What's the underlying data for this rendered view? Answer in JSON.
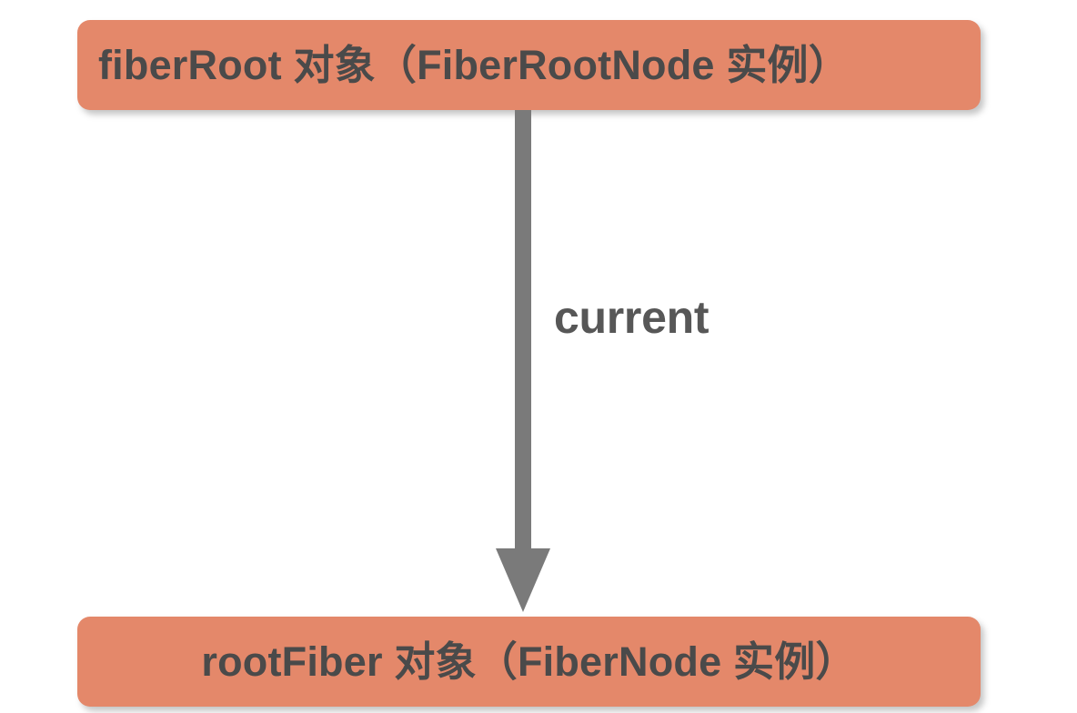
{
  "diagram": {
    "title": "React fiberRoot / rootFiber current pointer",
    "background_color": "#ffffff",
    "nodes": [
      {
        "id": "fiber-root",
        "label": "fiberRoot 对象（FiberRootNode 实例）",
        "fill_color": "#e4886a",
        "text_color": "#4a4a4a",
        "shape": "rounded-rectangle"
      },
      {
        "id": "root-fiber",
        "label": "rootFiber 对象（FiberNode 实例）",
        "fill_color": "#e4886a",
        "text_color": "#4a4a4a",
        "shape": "rounded-rectangle"
      }
    ],
    "edges": [
      {
        "id": "current",
        "label": "current",
        "from": "fiber-root",
        "to": "root-fiber",
        "direction": "down",
        "color": "#7a7a7a",
        "label_color": "#575757"
      }
    ]
  }
}
